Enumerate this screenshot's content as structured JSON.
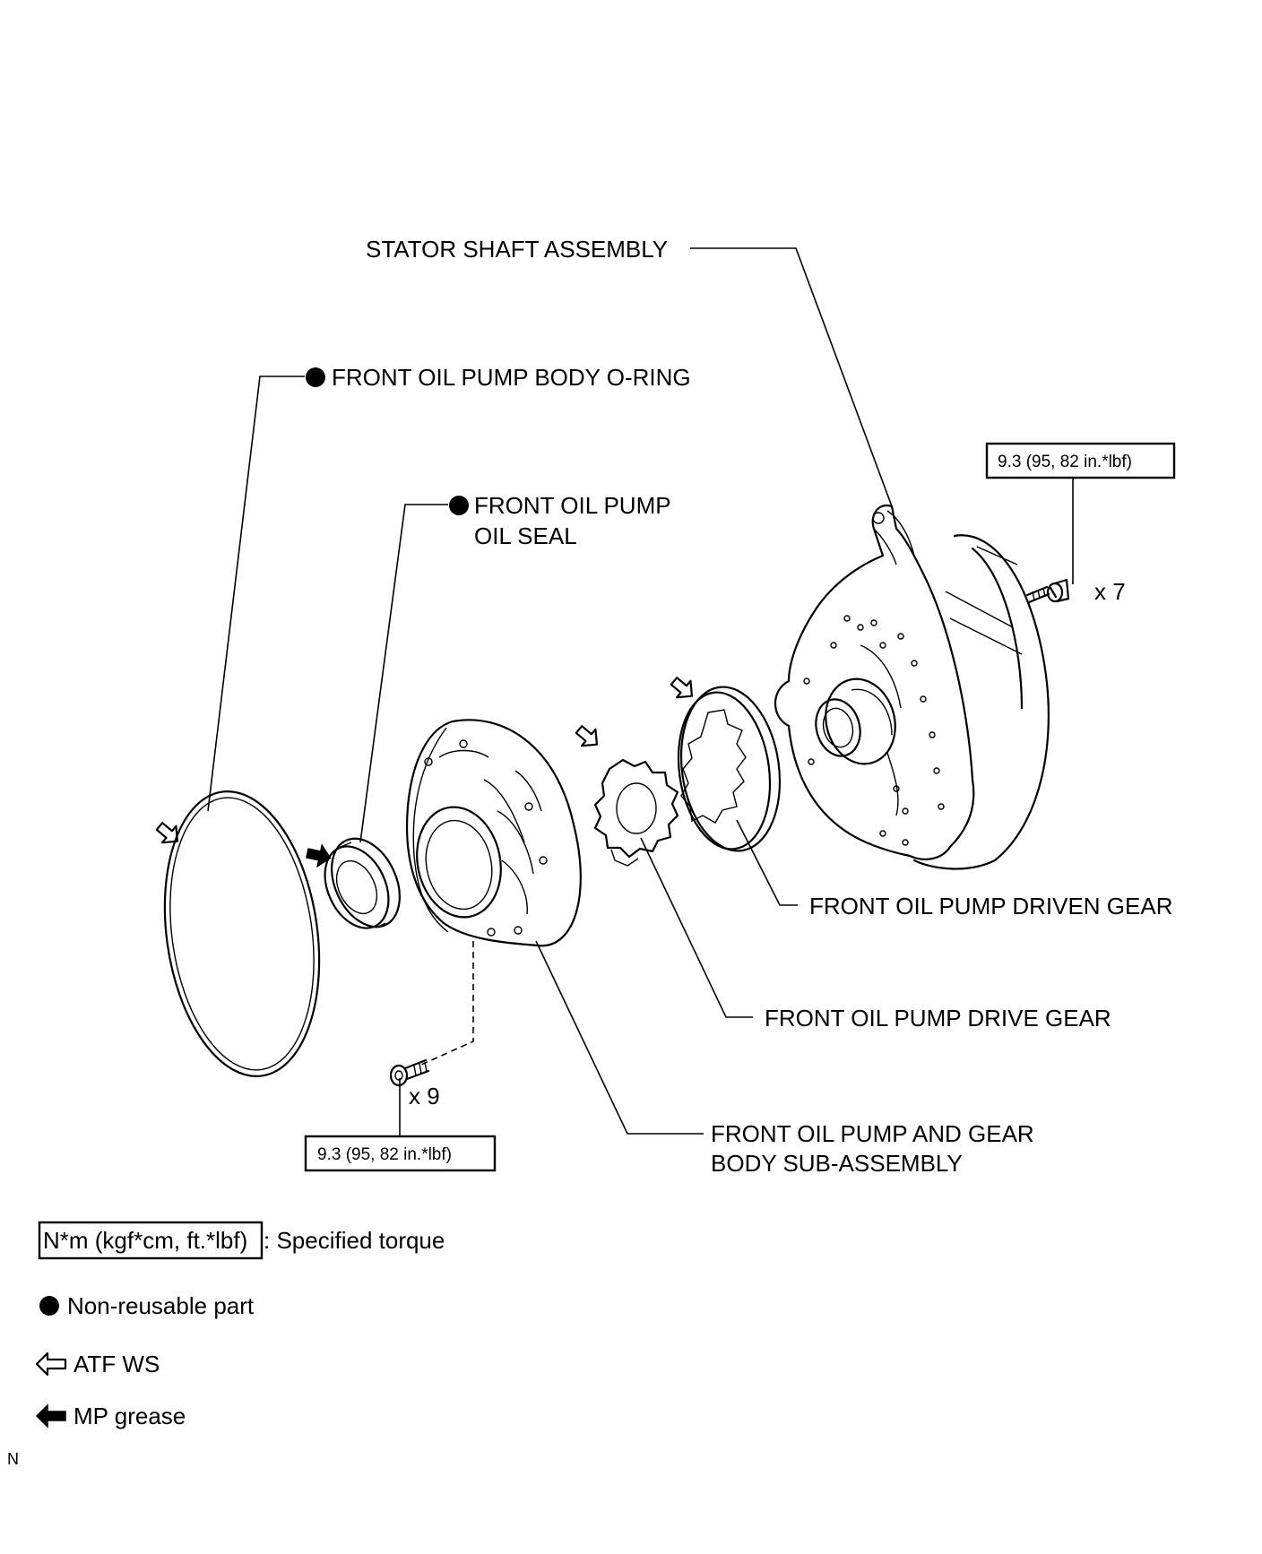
{
  "labels": {
    "stator_shaft": "STATOR SHAFT ASSEMBLY",
    "o_ring": "FRONT OIL PUMP BODY O-RING",
    "oil_seal_line1": "FRONT OIL PUMP",
    "oil_seal_line2": "OIL SEAL",
    "driven_gear": "FRONT OIL PUMP DRIVEN GEAR",
    "drive_gear": "FRONT OIL PUMP DRIVE GEAR",
    "body_line1": "FRONT OIL PUMP AND GEAR",
    "body_line2": "BODY SUB-ASSEMBLY"
  },
  "torque": {
    "upper": "9.3 (95, 82 in.*lbf)",
    "lower": "9.3 (95, 82 in.*lbf)"
  },
  "quantities": {
    "upper_bolts": "x 7",
    "lower_bolts": "x 9"
  },
  "legend": {
    "torque_box": "N*m (kgf*cm, ft.*lbf)",
    "torque_text": ": Specified torque",
    "non_reusable": "Non-reusable part",
    "atf": "ATF WS",
    "grease": "MP grease"
  },
  "corner_mark": "N",
  "icons": {
    "non_reusable": "filled-circle-icon",
    "atf": "hollow-arrow-icon",
    "grease": "solid-arrow-icon"
  }
}
